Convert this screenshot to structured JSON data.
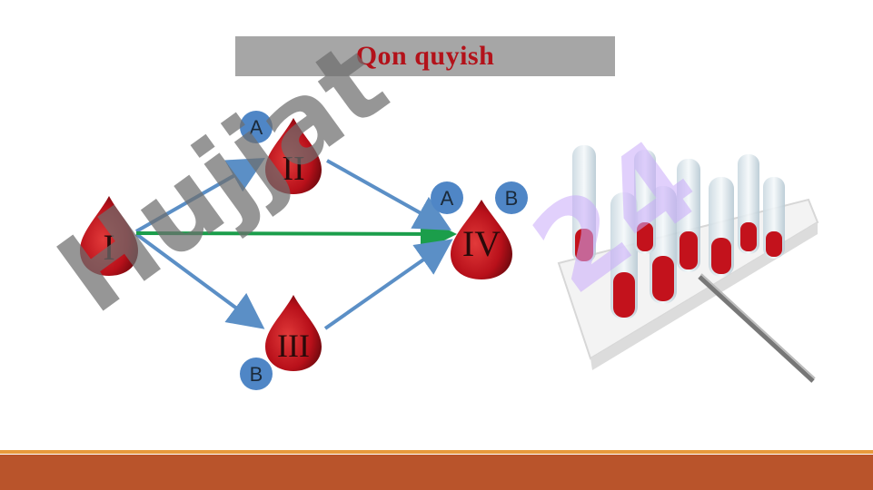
{
  "title": "Qon quyish",
  "nodes": {
    "group1": "I",
    "group2": "II",
    "group3": "III",
    "group4": "IV"
  },
  "antigens": {
    "group2_a": "A",
    "group3_b": "B",
    "group4_a": "A",
    "group4_b": "B"
  },
  "watermark": {
    "main": "Hujjat",
    "number": "24"
  },
  "colors": {
    "drop": "#c3121c",
    "antigen_circle": "#4f86c6",
    "arrow_blue": "#5b8fc6",
    "arrow_green": "#1b9e4b",
    "footer": "#b9542b"
  }
}
